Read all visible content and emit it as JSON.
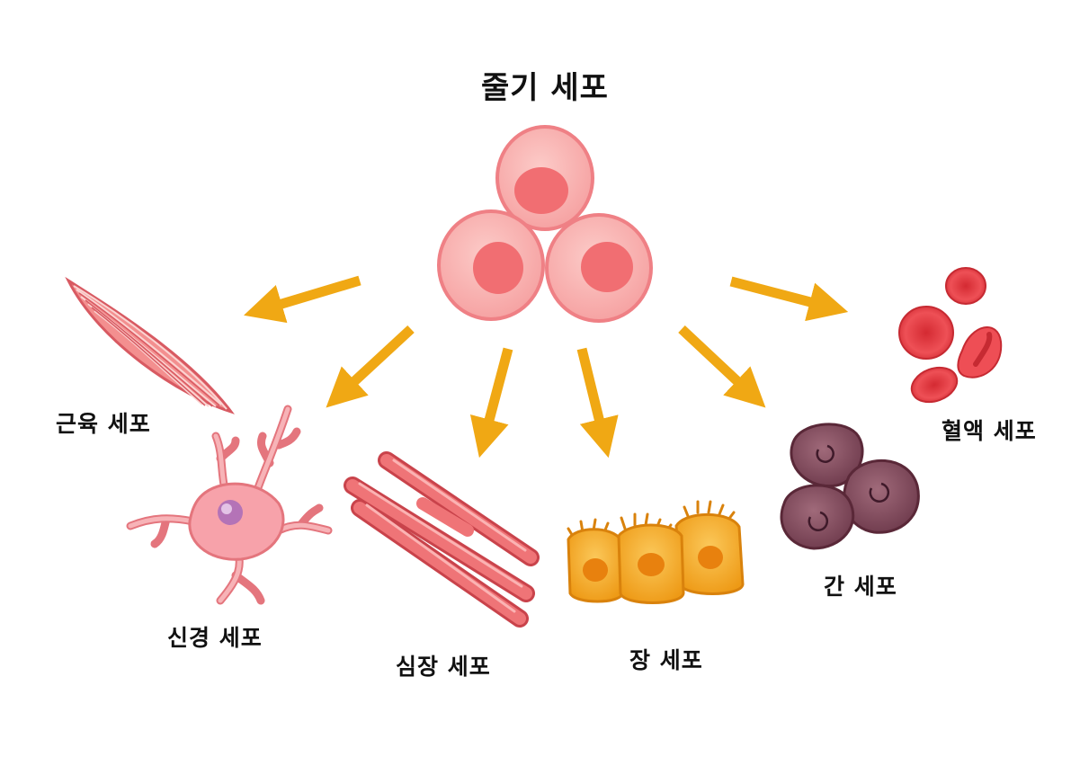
{
  "title": "줄기 세포",
  "cells": {
    "muscle": "근육 세포",
    "nerve": "신경 세포",
    "heart": "심장 세포",
    "intestine": "장 세포",
    "liver": "간 세포",
    "blood": "혈액 세포"
  },
  "colors": {
    "arrow": "#f0a814",
    "stem_cell": "#f9b5b3",
    "stem_nucleus": "#f16e72",
    "muscle": "#f07a7c",
    "nerve": "#f59fa6",
    "heart": "#e96164",
    "intestine": "#f6a623",
    "liver": "#8c5666",
    "blood": "#e53d44"
  }
}
